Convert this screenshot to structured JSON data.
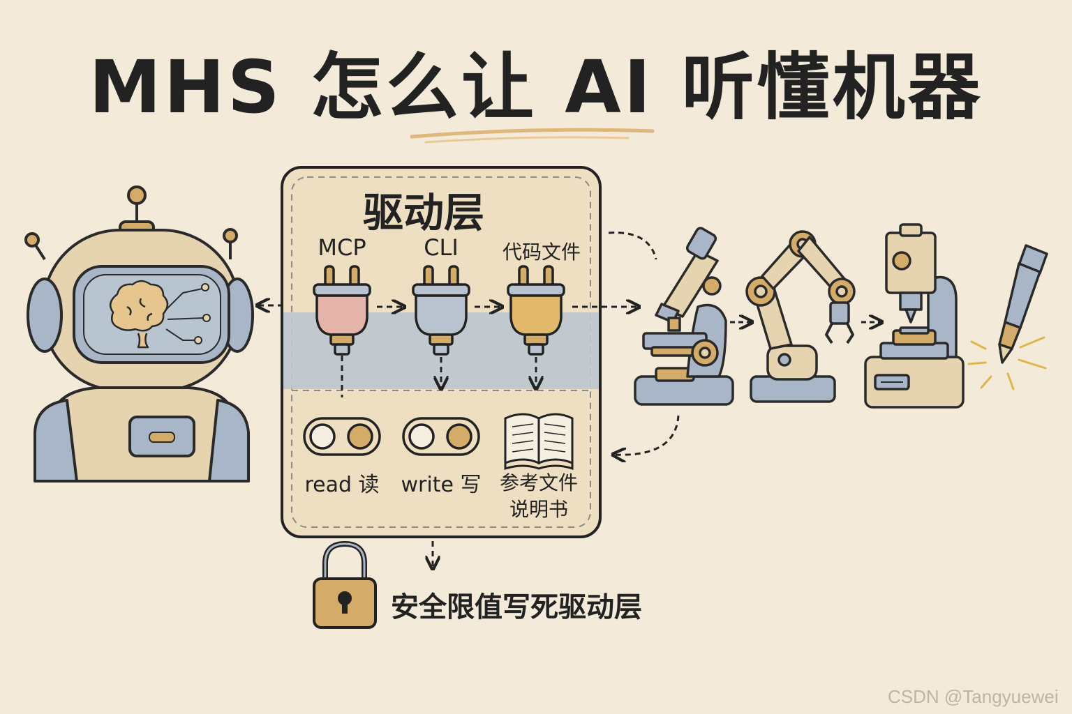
{
  "title": "MHS 怎么让 AI 听懂机器",
  "driver_layer": {
    "title": "驱动层",
    "interfaces": [
      {
        "label": "MCP",
        "color": "#e4b3aa"
      },
      {
        "label": "CLI",
        "color": "#b8c3cf"
      },
      {
        "label": "代码文件",
        "color": "#e2b96a"
      }
    ],
    "functions": [
      {
        "label": "read 读"
      },
      {
        "label": "write 写"
      },
      {
        "label": "参考文件\n说明书"
      }
    ]
  },
  "safety_note": "安全限值写死驱动层",
  "watermark": "CSDN @Tangyuewei",
  "colors": {
    "background": "#f3ead9",
    "panel": "#efdfc2",
    "band": "#bcc7cf",
    "metal_gold": "#d4ab68",
    "body_beige": "#e6d3b0",
    "body_blue": "#a9b6c7",
    "ink": "#222222"
  }
}
